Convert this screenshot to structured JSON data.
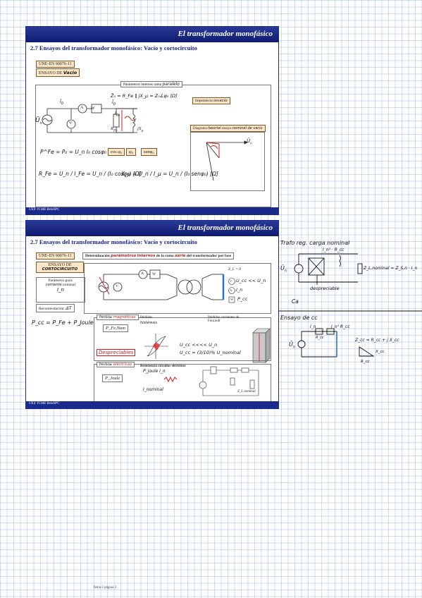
{
  "slide1": {
    "title": "El transformador monofásico",
    "heading": "2.7 Ensayos del transformador monofásico: Vacío y cortocircuito",
    "std": "UNE-EN 60076-11",
    "ensayo": "ENSAYO DE",
    "ensayo_hw": "Vacío",
    "params_title": "Parámetros internos rama",
    "params_hw": "paralelo",
    "z0_formula": "Z̄₀ = R_Fe ‖ jX_μ = Z₀∠φ₀ [Ω]",
    "imp_label": "Impedancia de",
    "imp_hw": "vacío",
    "diag_label": "Diagrama",
    "diag_hw1": "fasorial",
    "diag_mid": "ensayo",
    "diag_hw2": "nominal de vacío",
    "p_formula": "P^Fe = P₀ = U_n I₀ cosφ₀",
    "cos": "cos φ₀",
    "phi": "φ₀",
    "sen": "senφ₀",
    "rfe": "R_Fe = U_n / I_Fe = U_n / (I₀ cosφ₀) [Ω]",
    "xmu": "X_μ = U_n / I_μ = U_n / (I₀ senφ₀) [Ω]",
    "footer": "UEX  TCME  BeleñPC"
  },
  "slide2": {
    "title": "El transformador monofásico",
    "heading": "2.7 Ensayos del transformador monofásico: Vacío y cortocircuito",
    "std": "UNE-EN 60076-11",
    "determ_pre": "Determinación",
    "determ_hw1": "parámetros",
    "determ_hw2": "internos",
    "determ_mid": "de la rama",
    "determ_hw3": "serie",
    "determ_post": "del transformador por fase",
    "ensayo": "ENSAYO DE",
    "ensayo_hw": "CORTOCIRCUITO",
    "guide_title": "Parámetro guía:",
    "guide_hw": "corriente",
    "guide_nom": "nominal",
    "guide_i": "I_n",
    "recom": "Recomendación:",
    "recom_hw": "ΔT",
    "zl": "Z_L = 0",
    "ucc_cond": "U_cc << U_n",
    "in_meter": "I_n",
    "pcc_meter": "P_cc",
    "pcc_formula": "P_cc = P_Fe + P_Joule",
    "mag_title": "Pérdidas",
    "mag_hw": "magnéticas",
    "hyst": "Pérdidas histéresis",
    "hyst_hw": "histéresis",
    "foucault": "Pérdidas corrientes de Foucault",
    "pfe_nom": "P_Fe,Nom",
    "desprec": "Despreciables",
    "ucc_lt": "U_cc <<<< U_n",
    "ucc_ratio": "U_cc = (3/10)% U_nominal",
    "el_title": "Pérdidas",
    "el_hw": "eléctricas",
    "res_title": "Resistencia circuitos eléctricos",
    "pjoule": "P_Joule",
    "pjoule_hw": "P_Joule I_n",
    "inominal": "I_nominal",
    "z_carga": "Z_L nominal",
    "footer": "UEX  TCME  BeleñPC"
  },
  "notes": {
    "n1": "Trafo reg. carga nominal",
    "n1_eq": "I_n² · R_cc",
    "n1_z": "Z_L,nominal = Z_S,n · I_n",
    "n1_desp": "despreciable",
    "n1_ca": "Ca",
    "n2": "Ensayo de cc",
    "n2_i": "I_n",
    "n2_eq": "I_n² R_cc",
    "n2_z": "Z_cc = R_cc + j X_cc",
    "n2_rcc": "R_cc",
    "n2_xcc": "X_cc"
  },
  "page_label": "Tema 2 página 2"
}
